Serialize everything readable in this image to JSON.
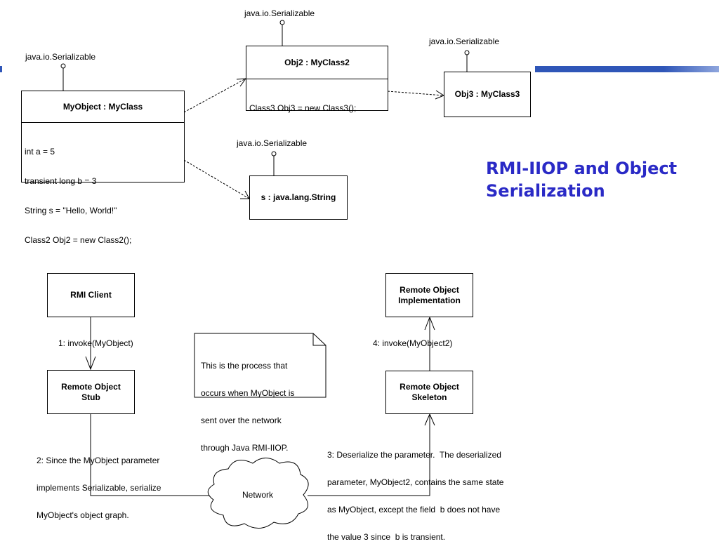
{
  "slide": {
    "title_line1": "RMI-IIOP and Object",
    "title_line2": "Serialization",
    "accent_color": "#2a2ac6",
    "bar_color": "#2f56b8"
  },
  "object_graph": {
    "iface_label": "java.io.Serializable",
    "myobject": {
      "title": "MyObject : MyClass",
      "lines": [
        "int a = 5",
        "transient long b = 3",
        "String s = \"Hello, World!\"",
        "Class2 Obj2 = new Class2();"
      ]
    },
    "obj2": {
      "title": "Obj2 : MyClass2",
      "lines": [
        "Class3 Obj3 = new Class3();"
      ]
    },
    "obj3": {
      "title": "Obj3 : MyClass3"
    },
    "string_obj": {
      "title": "s : java.lang.String"
    }
  },
  "process": {
    "rmi_client": "RMI Client",
    "stub_line1": "Remote Object",
    "stub_line2": "Stub",
    "impl_line1": "Remote Object",
    "impl_line2": "Implementation",
    "skeleton_line1": "Remote Object",
    "skeleton_line2": "Skeleton",
    "step1": "1: invoke(MyObject)",
    "step4": "4: invoke(MyObject2)",
    "step2": [
      "2: Since the MyObject parameter",
      "implements Serializable, serialize",
      "MyObject's object graph."
    ],
    "step3": [
      "3: Deserialize the parameter.  The deserialized",
      "parameter, MyObject2, contains the same state",
      "as MyObject, except the field  b does not have",
      "the value 3 since  b is transient."
    ],
    "note": [
      "This is the process that",
      "occurs when MyObject is",
      "sent over the network",
      "through Java RMI-IIOP."
    ],
    "network": "Network"
  }
}
